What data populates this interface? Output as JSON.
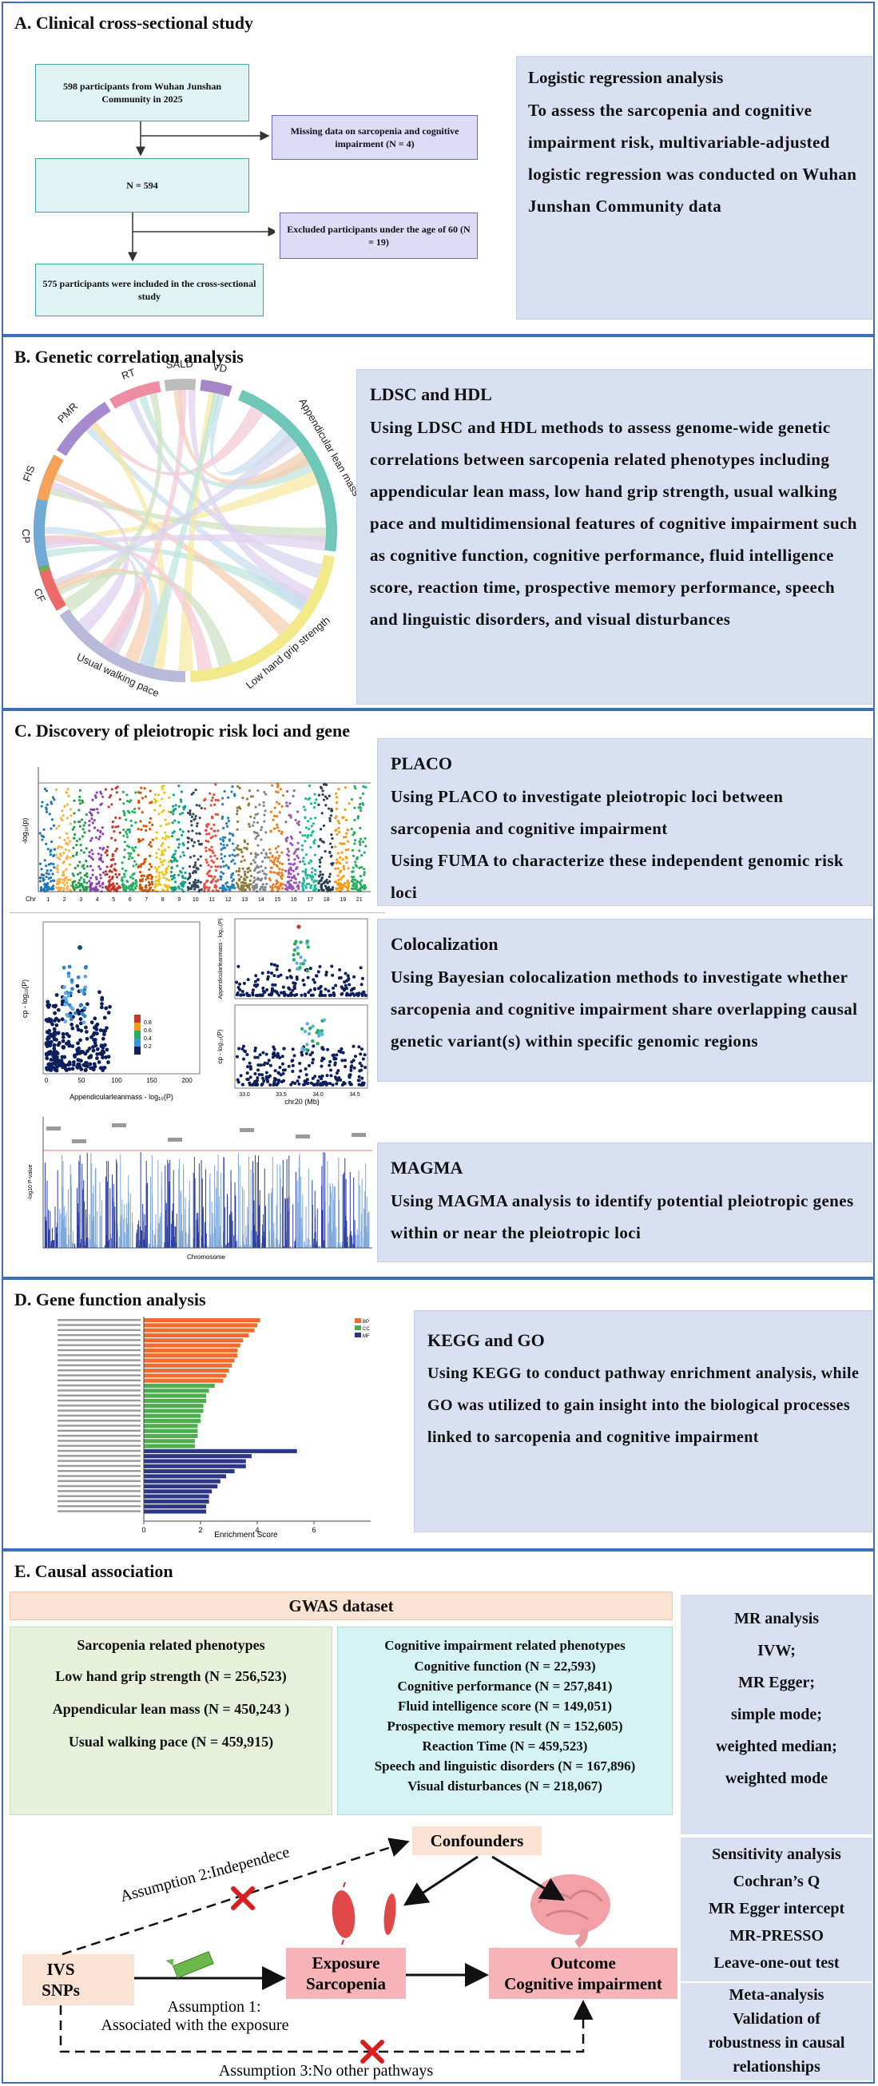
{
  "sectionA": {
    "title": "A. Clinical cross-sectional study",
    "flow": {
      "box1": "598 participants from Wuhan Junshan Community in 2025",
      "box2": "N = 594",
      "box3": "575 participants were included in the cross-sectional study",
      "side1": "Missing data on sarcopenia and cognitive impairment (N = 4)",
      "side2": "Excluded participants under the age of 60 (N = 19)"
    },
    "panel": {
      "heading": "Logistic regression analysis",
      "text": "To assess the sarcopenia and cognitive impairment risk, multivariable-adjusted logistic regression was conducted on Wuhan Junshan Community data"
    }
  },
  "sectionB": {
    "title": "B. Genetic correlation analysis",
    "chord_labels": [
      "FIS",
      "PMR",
      "RT",
      "SALD",
      "VD",
      "Appendicular lean mass",
      "Low hand grip strength",
      "Usual walking pace",
      "CF",
      "CP"
    ],
    "panel": {
      "heading": "LDSC and HDL",
      "text": "Using  LDSC and HDL methods to assess genome-wide genetic correlations between sarcopenia related phenotypes including appendicular lean mass, low hand grip strength, usual walking pace and multidimensional features of cognitive impairment such as cognitive function, cognitive performance, fluid intelligence score, reaction time, prospective memory performance, speech and linguistic disorders, and visual disturbances"
    }
  },
  "sectionC": {
    "title": "C. Discovery of pleiotropic risk loci and gene",
    "manhattan": {
      "ylabel": "-log₁₀(p)",
      "chr_label": "Chr",
      "chromosomes": [
        "1",
        "2",
        "3",
        "4",
        "5",
        "6",
        "7",
        "8",
        "9",
        "10",
        "11",
        "12",
        "13",
        "14",
        "15",
        "16",
        "17",
        "18",
        "19",
        "21"
      ]
    },
    "coloc": {
      "scatter_xlabel": "Appendicularleanmass - log₁₀(P)",
      "scatter_ylabel": "cp - log₁₀(P)",
      "legend": [
        "0.8",
        "0.6",
        "0.4",
        "0.2"
      ],
      "top_ylabel": "Appendicularleanmass - log₁₀(P)",
      "bottom_ylabel": "cp - log₁₀(P)",
      "region_xlabel": "chr20 (Mb)",
      "region_ticks": [
        "33.0",
        "33.5",
        "34.0",
        "34.5"
      ],
      "scatter_xticks": [
        "0",
        "50",
        "100",
        "150",
        "200"
      ]
    },
    "magma": {
      "xlabel": "Chromosome",
      "ylabel": "-log10 P-value"
    },
    "panels": [
      {
        "heading": "PLACO",
        "text": "Using PLACO to investigate pleiotropic loci between sarcopenia and cognitive impairment",
        "text2": "Using FUMA to characterize these independent genomic risk loci"
      },
      {
        "heading": "Colocalization",
        "text": "Using Bayesian colocalization methods to investigate whether sarcopenia and cognitive impairment share overlapping causal genetic variant(s) within specific genomic regions"
      },
      {
        "heading": "MAGMA",
        "text": "Using MAGMA analysis to identify potential pleiotropic genes within or near the pleiotropic loci"
      }
    ]
  },
  "sectionD": {
    "title": "D. Gene function analysis",
    "panel": {
      "heading": "KEGG and GO",
      "text": "Using KEGG to conduct pathway enrichment analysis, while GO was utilized to gain insight into the biological processes linked to sarcopenia and cognitive impairment"
    },
    "chart_data": {
      "type": "bar",
      "orientation": "horizontal",
      "xlabel": "Enrichment Score",
      "xticks": [
        "0",
        "2",
        "4",
        "6"
      ],
      "legend": [
        "BP",
        "CC",
        "MF"
      ],
      "colors": {
        "BP": "#f26b2e",
        "CC": "#4cae4c",
        "MF": "#2e3786"
      },
      "series": [
        {
          "name": "BP",
          "values": [
            4.1,
            4.0,
            3.9,
            3.7,
            3.5,
            3.4,
            3.3,
            3.3,
            3.2,
            3.1,
            3.0,
            2.9,
            2.8
          ]
        },
        {
          "name": "CC",
          "values": [
            2.5,
            2.3,
            2.2,
            2.2,
            2.1,
            2.1,
            2.0,
            2.0,
            1.9,
            1.9,
            1.9,
            1.8,
            1.8
          ]
        },
        {
          "name": "MF",
          "values": [
            5.4,
            3.8,
            3.6,
            3.6,
            3.2,
            2.9,
            2.7,
            2.6,
            2.4,
            2.3,
            2.3,
            2.2,
            2.2
          ]
        }
      ],
      "xlim": [
        0,
        8
      ]
    }
  },
  "sectionE": {
    "title": "E. Causal association",
    "gwas_header": "GWAS dataset",
    "sarcopenia": {
      "title": "Sarcopenia related phenotypes",
      "items": [
        "Low hand grip strength (N = 256,523)",
        "Appendicular lean mass (N = 450,243 )",
        "Usual walking pace (N = 459,915)"
      ]
    },
    "cognitive": {
      "title": "Cognitive impairment related phenotypes",
      "items": [
        "Cognitive function (N = 22,593)",
        "Cognitive performance (N = 257,841)",
        "Fluid intelligence score (N = 149,051)",
        "Prospective memory result (N = 152,605)",
        "Reaction Time (N = 459,523)",
        "Speech and linguistic disorders (N = 167,896)",
        "Visual disturbances (N = 218,067)"
      ]
    },
    "mr": [
      "MR analysis",
      "IVW;",
      "MR Egger;",
      "simple mode;",
      "weighted median;",
      "weighted mode"
    ],
    "sensitivity": [
      "Sensitivity analysis",
      "Cochran’s Q",
      "MR Egger intercept",
      "MR-PRESSO",
      "Leave-one-out test"
    ],
    "meta": [
      "Meta-analysis",
      "Validation of",
      "robustness in causal",
      "relationships"
    ],
    "dag": {
      "confounders": "Confounders",
      "ivs_line1": "IVS",
      "ivs_line2": "SNPs",
      "exposure_line1": "Exposure",
      "exposure_line2": "Sarcopenia",
      "outcome_line1": "Outcome",
      "outcome_line2": "Cognitive impairment",
      "assumption1_line1": "Assumption 1:",
      "assumption1_line2": "Associated with the exposure",
      "assumption2": "Assumption 2:Independece",
      "assumption3": "Assumption 3:No other pathways"
    }
  }
}
